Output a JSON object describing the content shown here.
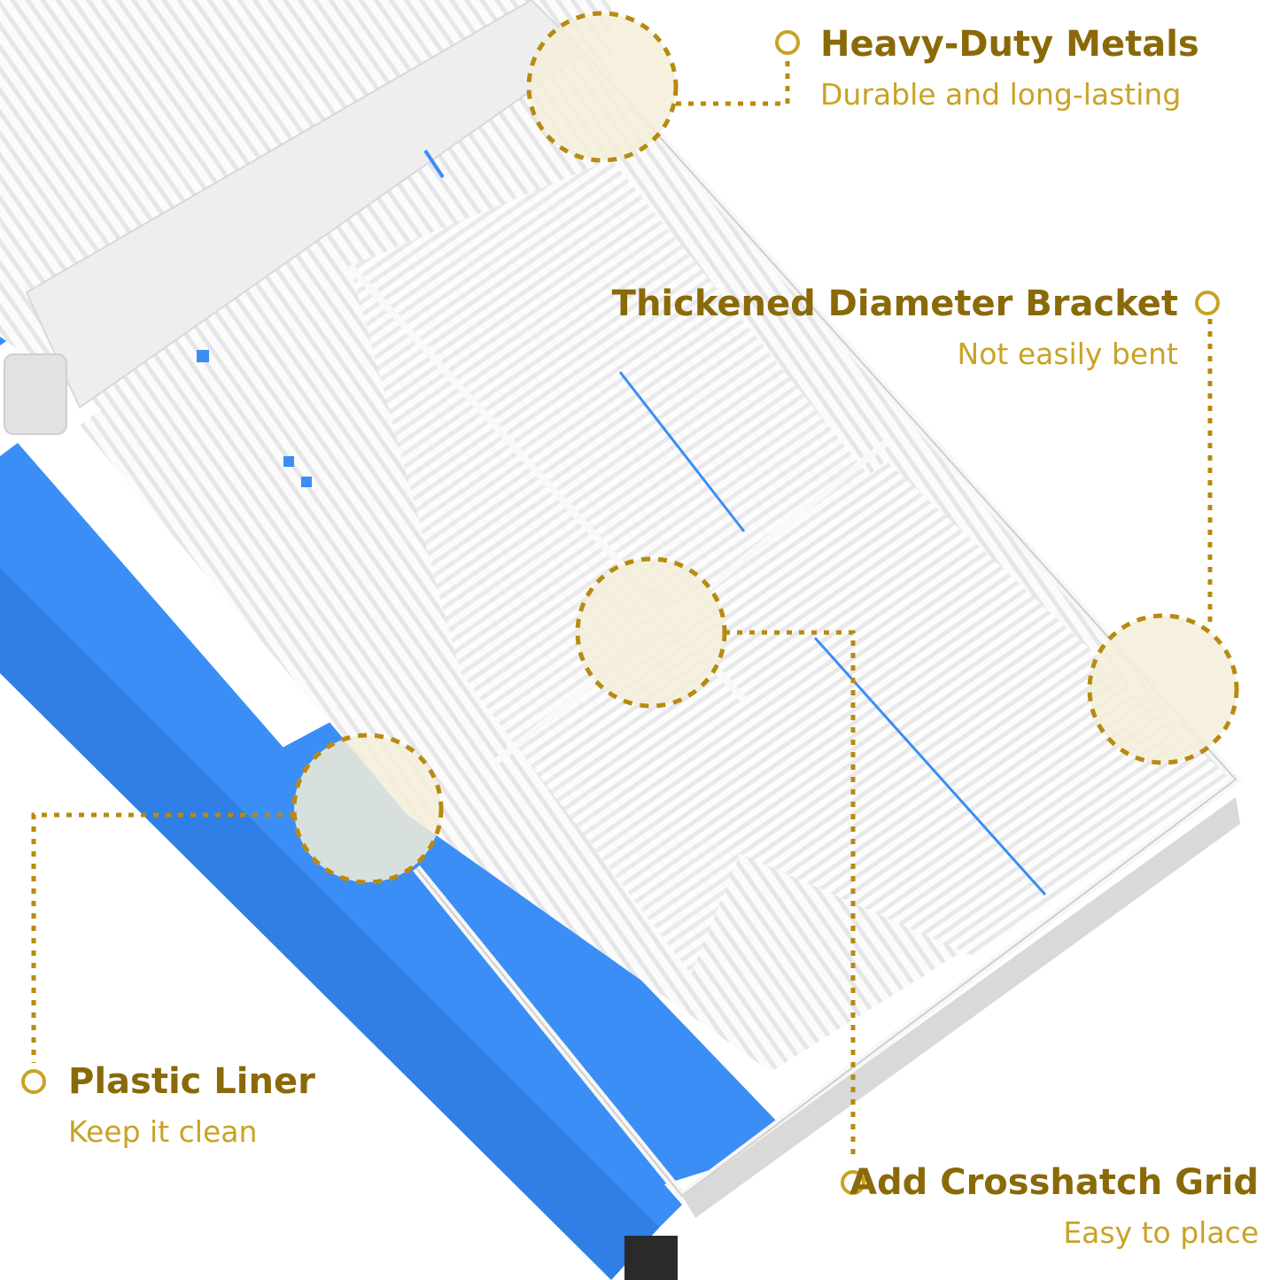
{
  "colors": {
    "accent": "#c9a226",
    "title": "#8a6a08",
    "frame_blue": "#3b8ef5",
    "wire_white": "#f4f4f4",
    "highlight_fill": "#f5efd9"
  },
  "callouts": [
    {
      "title": "Heavy-Duty Metals",
      "subtitle": "Durable and long-lasting"
    },
    {
      "title": "Thickened Diameter Bracket",
      "subtitle": "Not easily bent"
    },
    {
      "title": "Plastic Liner",
      "subtitle": "Keep it clean"
    },
    {
      "title": "Add Crosshatch Grid",
      "subtitle": "Easy to place"
    }
  ]
}
